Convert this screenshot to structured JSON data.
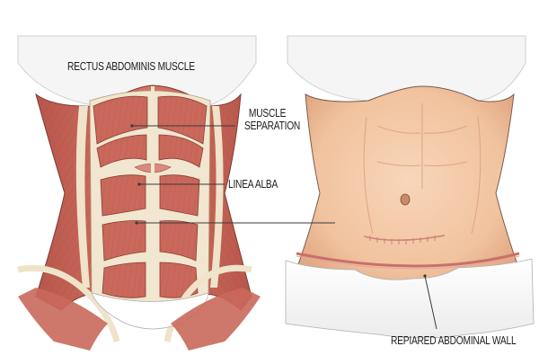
{
  "diagram": {
    "panels": [
      {
        "id": "left",
        "description": "Exposed abdominal musculature showing rectus abdominis with separated linea alba"
      },
      {
        "id": "right",
        "description": "Skin-covered abdomen after repair with lower horizontal surgical scar"
      }
    ],
    "labels": {
      "rectus": "RECTUS ABDOMINIS MUSCLE",
      "separation_line1": "MUSCLE",
      "separation_line2": "SEPARATION",
      "linea_alba": "LINEA ALBA",
      "repaired": "REPIARED ABDOMINAL WALL"
    },
    "colors": {
      "muscle": "#c8665a",
      "muscle_dark": "#a84a40",
      "fascia": "#f1e6cf",
      "skin": "#f3c9a8",
      "skin_shade": "#e7b08c",
      "scar": "#c9706a",
      "garment": "#f7f7f7",
      "outline": "#5a4a40",
      "leader": "#3a3a3a"
    }
  }
}
